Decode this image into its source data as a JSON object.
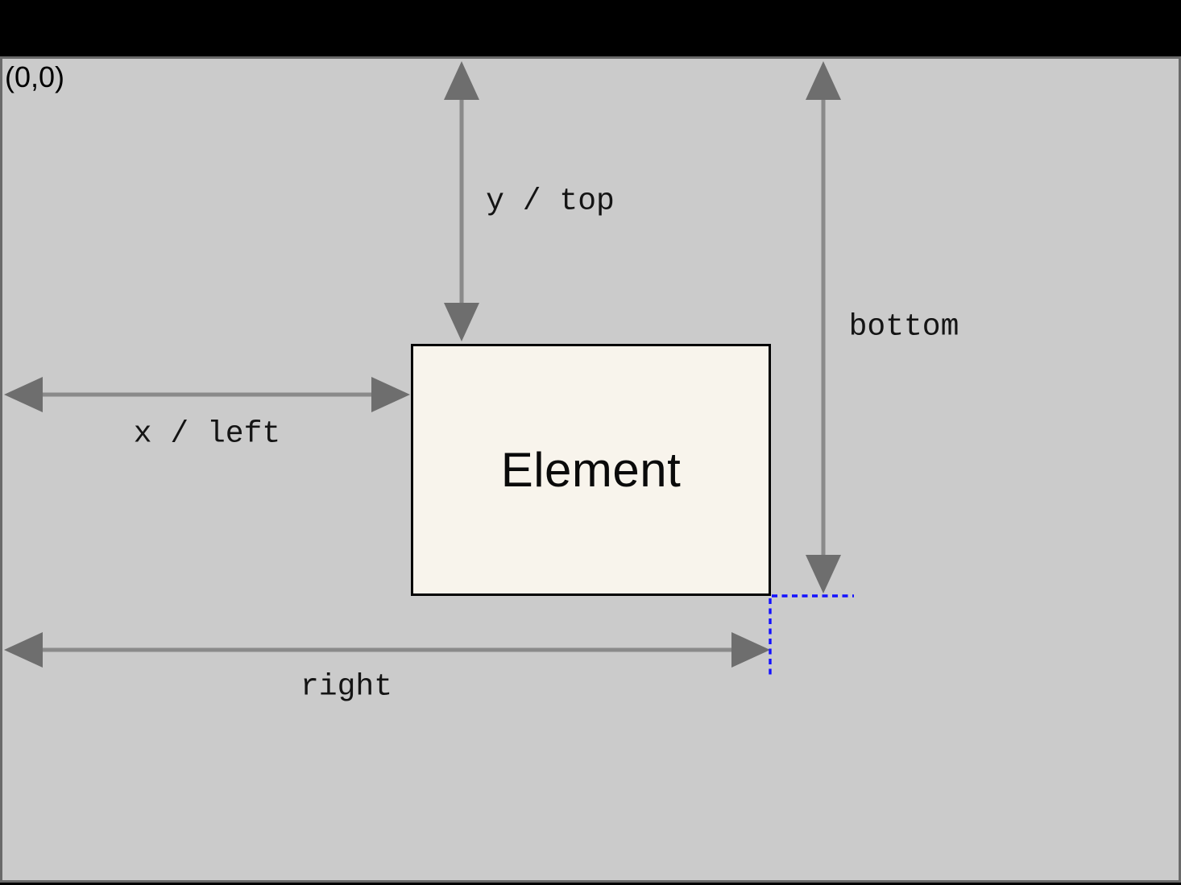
{
  "diagram": {
    "origin_label": "(0,0)",
    "element_label": "Element",
    "measurements": {
      "top_label": "y / top",
      "left_label": "x / left",
      "bottom_label": "bottom",
      "right_label": "right"
    },
    "colors": {
      "page_background": "#000000",
      "canvas_background": "#cbcbcb",
      "canvas_border": "#6a6a6a",
      "element_fill": "#f8f4ec",
      "element_border": "#000000",
      "arrow_gray": "#8a8a8a",
      "arrowhead_gray": "#6e6e6e",
      "guide_blue": "#1512ff",
      "label_text": "#141414"
    }
  }
}
